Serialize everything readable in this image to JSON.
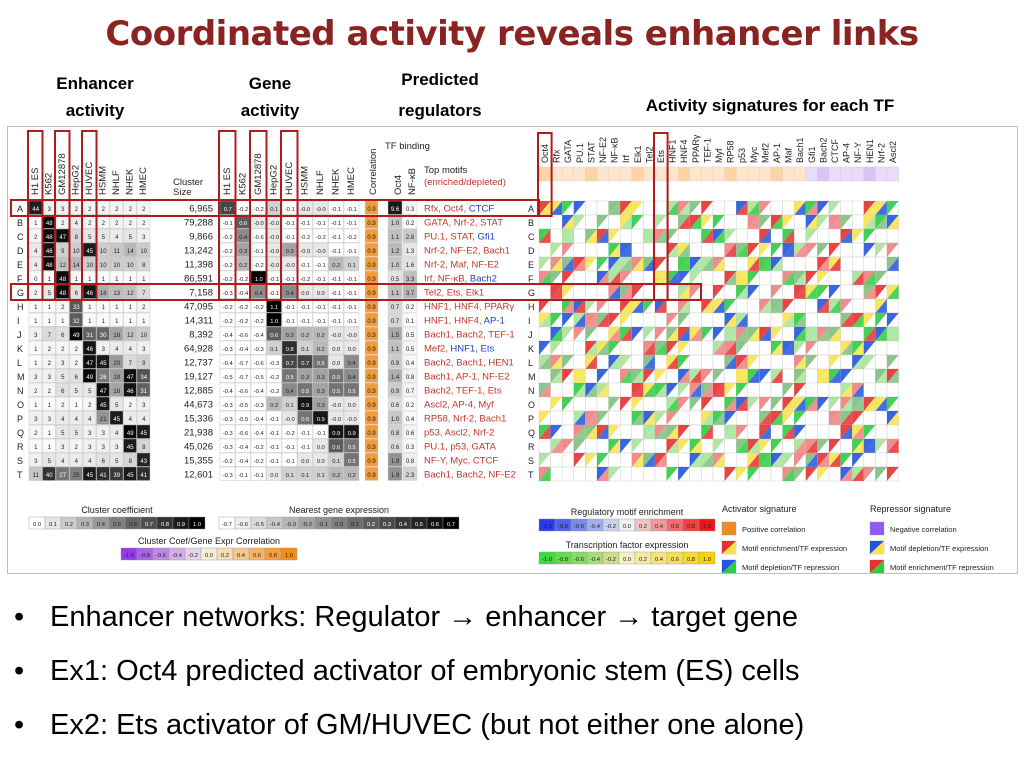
{
  "slide": {
    "title": "Coordinated activity reveals enhancer links",
    "headers": {
      "enhancer_l1": "Enhancer",
      "enhancer_l2": "activity",
      "gene_l1": "Gene",
      "gene_l2": "activity",
      "pred_l1": "Predicted",
      "pred_l2": "regulators",
      "tf_sig": "Activity signatures for each TF"
    },
    "bullets": [
      {
        "before": "Enhancer networks: Regulator ",
        "mid": " enhancer ",
        "after": " target gene"
      },
      {
        "text": "Ex1: Oct4 predicted activator of embryonic stem (ES) cells"
      },
      {
        "text": "Ex2: Ets activator of GM/HUVEC (but not either one alone)"
      }
    ],
    "bullet_glyph": "•",
    "arrow_glyph": "→"
  },
  "figure": {
    "cell_types": [
      "H1 ES",
      "K562",
      "GM12878",
      "HepG2",
      "HUVEC",
      "HSMM",
      "NHLF",
      "NHEK",
      "HMEC"
    ],
    "cluster_size_label": "Cluster Size",
    "correlation_label": "Correlation",
    "tf_binding_label": "TF binding",
    "tf_binding_cols": [
      "Oct4",
      "NF-κB"
    ],
    "top_motifs_label": "Top motifs",
    "top_motifs_sub": "(enriched/depleted)",
    "row_letters": [
      "A",
      "B",
      "C",
      "D",
      "E",
      "F",
      "G",
      "H",
      "I",
      "J",
      "K",
      "L",
      "M",
      "N",
      "O",
      "P",
      "Q",
      "R",
      "S",
      "T"
    ],
    "cluster_sizes": [
      "6,965",
      "79,288",
      "9,866",
      "13,242",
      "11,398",
      "86,591",
      "7,158",
      "47,095",
      "14,311",
      "8,392",
      "64,928",
      "12,737",
      "19,127",
      "12,885",
      "44,673",
      "15,336",
      "21,938",
      "45,026",
      "15,355",
      "12,601"
    ],
    "enhancer_values": [
      [
        "44",
        "3",
        "3",
        "2",
        "2",
        "2",
        "2",
        "2",
        "2"
      ],
      [
        "1",
        "48",
        "2",
        "4",
        "2",
        "2",
        "2",
        "2",
        "2"
      ],
      [
        "2",
        "48",
        "47",
        "8",
        "5",
        "5",
        "4",
        "5",
        "3"
      ],
      [
        "4",
        "46",
        "9",
        "10",
        "45",
        "10",
        "11",
        "14",
        "10"
      ],
      [
        "4",
        "48",
        "12",
        "14",
        "10",
        "10",
        "10",
        "10",
        "8"
      ],
      [
        "0",
        "1",
        "48",
        "1",
        "1",
        "1",
        "1",
        "1",
        "1"
      ],
      [
        "2",
        "5",
        "48",
        "6",
        "46",
        "16",
        "13",
        "12",
        "7"
      ],
      [
        "1",
        "1",
        "2",
        "33",
        "1",
        "1",
        "1",
        "1",
        "2"
      ],
      [
        "1",
        "1",
        "1",
        "32",
        "1",
        "1",
        "1",
        "1",
        "1"
      ],
      [
        "3",
        "7",
        "6",
        "49",
        "31",
        "30",
        "18",
        "12",
        "10"
      ],
      [
        "1",
        "2",
        "2",
        "2",
        "46",
        "3",
        "4",
        "4",
        "3"
      ],
      [
        "1",
        "2",
        "3",
        "2",
        "47",
        "45",
        "20",
        "7",
        "9"
      ],
      [
        "3",
        "3",
        "5",
        "6",
        "49",
        "26",
        "19",
        "47",
        "34"
      ],
      [
        "2",
        "2",
        "6",
        "5",
        "5",
        "47",
        "18",
        "46",
        "31"
      ],
      [
        "1",
        "1",
        "2",
        "1",
        "2",
        "45",
        "5",
        "2",
        "3"
      ],
      [
        "3",
        "3",
        "4",
        "4",
        "4",
        "21",
        "45",
        "4",
        "4"
      ],
      [
        "2",
        "1",
        "5",
        "5",
        "3",
        "3",
        "4",
        "49",
        "45"
      ],
      [
        "1",
        "1",
        "3",
        "2",
        "3",
        "3",
        "3",
        "45",
        "8"
      ],
      [
        "3",
        "5",
        "4",
        "4",
        "4",
        "6",
        "5",
        "8",
        "43"
      ],
      [
        "11",
        "40",
        "27",
        "25",
        "45",
        "41",
        "39",
        "45",
        "41"
      ]
    ],
    "gene_values": [
      [
        "0.7",
        "-0.2",
        "-0.2",
        "0.1",
        "-0.1",
        "-0.0",
        "-0.0",
        "-0.1",
        "-0.1"
      ],
      [
        "-0.1",
        "0.6",
        "-0.0",
        "-0.0",
        "-0.1",
        "-0.1",
        "-0.1",
        "-0.1",
        "-0.1"
      ],
      [
        "-0.2",
        "0.4",
        "-0.6",
        "-0.0",
        "-0.1",
        "-0.2",
        "-0.2",
        "-0.1",
        "-0.2"
      ],
      [
        "-0.2",
        "0.3",
        "-0.1",
        "-0.0",
        "0.3",
        "-0.0",
        "-0.0",
        "-0.1",
        "-0.1"
      ],
      [
        "-0.2",
        "0.2",
        "-0.2",
        "-0.0",
        "-0.0",
        "-0.1",
        "-0.1",
        "0.2",
        "0.1"
      ],
      [
        "-0.2",
        "-0.2",
        "1.0",
        "-0.1",
        "-0.1",
        "-0.2",
        "-0.1",
        "-0.1",
        "-0.1"
      ],
      [
        "-0.3",
        "-0.4",
        "0.4",
        "-0.1",
        "0.4",
        "0.0",
        "0.0",
        "-0.1",
        "-0.1"
      ],
      [
        "-0.2",
        "-0.2",
        "-0.2",
        "1.1",
        "-0.1",
        "-0.1",
        "-0.1",
        "-0.1",
        "-0.1"
      ],
      [
        "-0.2",
        "-0.2",
        "-0.2",
        "1.0",
        "-0.1",
        "-0.1",
        "-0.1",
        "-0.1",
        "-0.1"
      ],
      [
        "-0.4",
        "-0.6",
        "-0.4",
        "0.6",
        "0.3",
        "0.2",
        "0.2",
        "-0.0",
        "-0.0"
      ],
      [
        "-0.3",
        "-0.4",
        "-0.3",
        "0.1",
        "0.8",
        "0.1",
        "0.2",
        "0.0",
        "0.0"
      ],
      [
        "-0.4",
        "-0.7",
        "-0.6",
        "-0.3",
        "0.7",
        "0.7",
        "0.5",
        "0.0",
        "0.4"
      ],
      [
        "-0.5",
        "-0.7",
        "-0.5",
        "-0.2",
        "0.5",
        "0.3",
        "0.3",
        "0.5",
        "0.4"
      ],
      [
        "-0.4",
        "-0.6",
        "-0.4",
        "-0.2",
        "0.4",
        "0.5",
        "0.3",
        "0.5",
        "0.5"
      ],
      [
        "-0.3",
        "-0.5",
        "-0.3",
        "0.2",
        "0.1",
        "0.9",
        "0.3",
        "-0.0",
        "0.0"
      ],
      [
        "-0.3",
        "-0.5",
        "-0.4",
        "-0.1",
        "-0.0",
        "0.5",
        "0.9",
        "-0.0",
        "-0.0"
      ],
      [
        "-0.3",
        "-0.6",
        "-0.4",
        "-0.1",
        "-0.2",
        "-0.1",
        "-0.1",
        "0.9",
        "0.9"
      ],
      [
        "-0.3",
        "-0.4",
        "-0.2",
        "-0.1",
        "-0.1",
        "-0.1",
        "0.0",
        "0.6",
        "0.5"
      ],
      [
        "-0.2",
        "-0.4",
        "-0.2",
        "-0.1",
        "-0.1",
        "0.0",
        "0.0",
        "0.1",
        "0.5"
      ],
      [
        "-0.3",
        "-0.1",
        "-0.1",
        "0.0",
        "0.1",
        "0.1",
        "0.1",
        "0.2",
        "0.2"
      ]
    ],
    "correlations": [
      "0.9",
      "0.9",
      "0.9",
      "0.9",
      "0.9",
      "0.9",
      "0.9",
      "0.9",
      "0.9",
      "0.9",
      "0.9",
      "0.9",
      "0.9",
      "0.9",
      "0.9",
      "0.9",
      "0.9",
      "0.9",
      "0.9",
      "0.9"
    ],
    "oct4_values": [
      "9.6",
      "1.0",
      "1.1",
      "1.2",
      "1.0",
      "0.5",
      "1.1",
      "0.7",
      "0.7",
      "1.5",
      "1.1",
      "0.9",
      "1.4",
      "0.9",
      "0.6",
      "1.0",
      "0.8",
      "0.6",
      "1.9",
      "1.9"
    ],
    "nfkb_values": [
      "0.3",
      "0.2",
      "2.8",
      "1.3",
      "1.6",
      "3.3",
      "3.7",
      "0.2",
      "0.1",
      "0.5",
      "0.5",
      "0.4",
      "0.8",
      "0.7",
      "0.2",
      "0.4",
      "0.6",
      "0.3",
      "0.8",
      "2.3"
    ],
    "motifs": [
      [
        "Rfx, Oct4, ",
        "CTCF"
      ],
      [
        "GATA, Nrf-2, STAT",
        ""
      ],
      [
        "PU.1, STAT, ",
        "Gfi1"
      ],
      [
        "Nrf-2, NF-E2, Bach1",
        ""
      ],
      [
        "Nrf-2, Maf, NF-E2",
        ""
      ],
      [
        "Irf, NF-κB, ",
        "Bach2"
      ],
      [
        "Tel2, Ets, Elk1",
        ""
      ],
      [
        "HNF1, HNF4, PPARγ",
        ""
      ],
      [
        "HNF1, HNF4, ",
        "AP-1"
      ],
      [
        "Bach1, Bach2, TEF-1",
        ""
      ],
      [
        "Mef2, ",
        "HNF1, Ets"
      ],
      [
        "Bach2, Bach1, HEN1",
        ""
      ],
      [
        "Bach1, AP-1, NF-E2",
        ""
      ],
      [
        "Bach2, TEF-1, Ets",
        ""
      ],
      [
        "Ascl2, AP-4, Myf",
        ""
      ],
      [
        "RP58, Nrf-2, Bach1",
        ""
      ],
      [
        "p53, Ascl2, Nrf-2",
        ""
      ],
      [
        "PU.1, p53, GATA",
        ""
      ],
      [
        "NF-Y, Myc, CTCF",
        ""
      ],
      [
        "Bach1, Bach2, NF-E2",
        ""
      ]
    ],
    "tfs": [
      "Oct4",
      "Rfx",
      "GATA",
      "PU.1",
      "STAT",
      "NF-E2",
      "NF-κB",
      "Irf",
      "Elk1",
      "Tel2",
      "Ets",
      "HNF1",
      "HNF4",
      "PPARγ",
      "TEF-1",
      "Myf",
      "RP58",
      "p53",
      "Myc",
      "Mef2",
      "AP-1",
      "Maf",
      "Bach1",
      "Gfi1",
      "Bach2",
      "CTCF",
      "AP-4",
      "NF-Y",
      "HEN1",
      "Nrf-2",
      "Ascl2"
    ],
    "legends": {
      "cluster_coef": {
        "title": "Cluster coefficient",
        "ticks": [
          "0.0",
          "0.1",
          "0.2",
          "0.3",
          "0.4",
          "0.5",
          "0.6",
          "0.7",
          "0.8",
          "0.9",
          "1.0"
        ]
      },
      "nearest_gene": {
        "title": "Nearest gene expression",
        "ticks": [
          "-0.7",
          "-0.6",
          "-0.5",
          "-0.4",
          "-0.3",
          "-0.2",
          "-0.1",
          "0.0",
          "0.1",
          "0.2",
          "0.3",
          "0.4",
          "0.5",
          "0.6",
          "0.7"
        ]
      },
      "coef_corr": {
        "title": "Cluster Coef/Gene Expr Correlation",
        "ticks": [
          "-1.0",
          "-0.8",
          "-0.6",
          "-0.4",
          "-0.2",
          "0.0",
          "0.2",
          "0.4",
          "0.6",
          "0.8",
          "1.0"
        ]
      },
      "reg_motif": {
        "title": "Regulatory motif enrichment",
        "ticks": [
          "-1.0",
          "-0.8",
          "-0.6",
          "-0.4",
          "-0.2",
          "0.0",
          "0.2",
          "0.4",
          "0.6",
          "0.8",
          "1.0"
        ]
      },
      "tf_expr": {
        "title": "Transcription factor expression",
        "ticks": [
          "-1.0",
          "-0.8",
          "-0.6",
          "-0.4",
          "-0.2",
          "0.0",
          "0.2",
          "0.4",
          "0.6",
          "0.8",
          "1.0"
        ]
      },
      "activator": {
        "title": "Activator signature",
        "items": [
          "Positive correlation",
          "Motif enrichment/TF expression",
          "Motif depletion/TF repression"
        ]
      },
      "repressor": {
        "title": "Repressor signature",
        "items": [
          "Negative correlation",
          "Motif depletion/TF expression",
          "Motif enrichment/TF repression"
        ]
      }
    }
  }
}
